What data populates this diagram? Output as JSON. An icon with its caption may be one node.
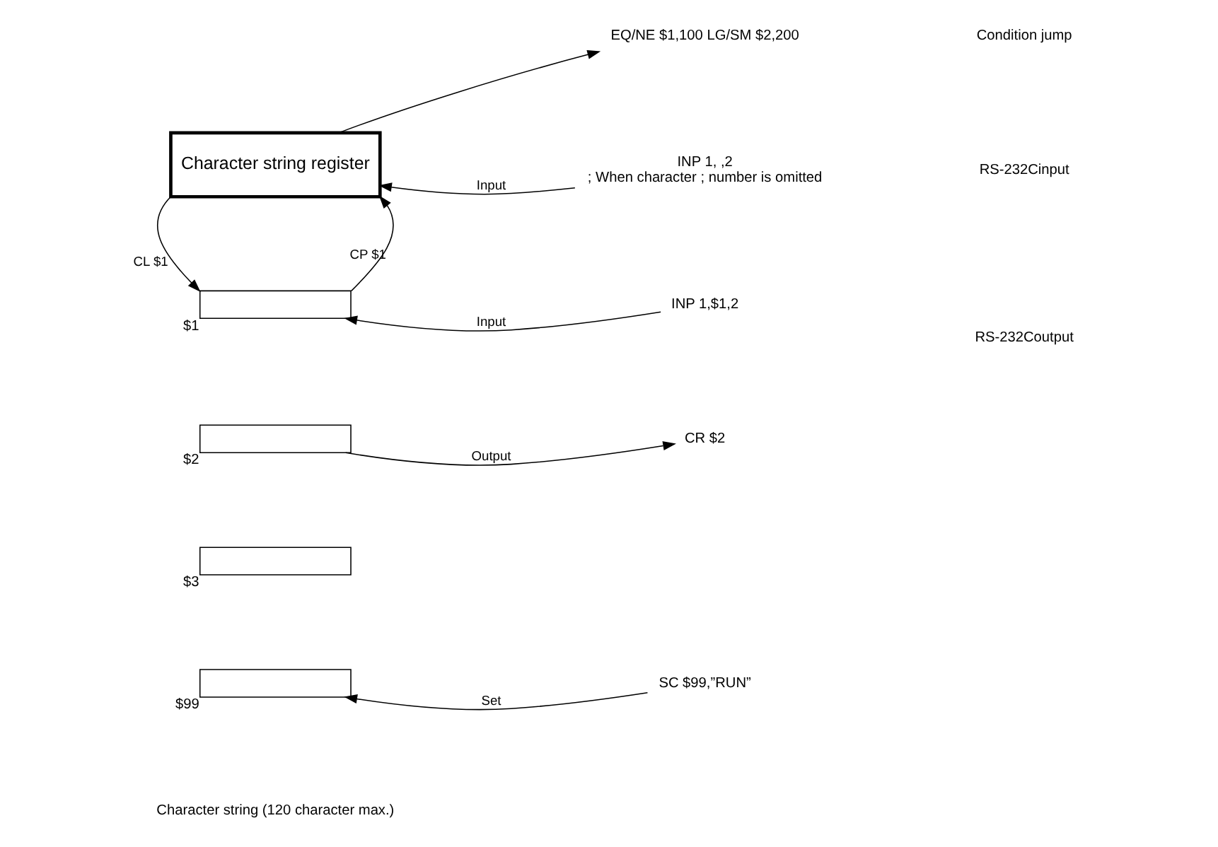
{
  "diagram": {
    "nodes": [
      {
        "text": [
          "Character string register"
        ]
      },
      {
        "text": [
          "EQ/NE $1,100 LG/SM $2,200"
        ]
      },
      {
        "text": [
          "INP 1, ,2",
          "; When character ; number is omitted"
        ]
      },
      {
        "text": [],
        "shape": "box",
        "beside": [
          "$1"
        ]
      },
      {
        "text": [],
        "shape": "box",
        "beside": [
          "$2"
        ]
      },
      {
        "text": [],
        "shape": "box",
        "beside": [
          "$3"
        ]
      },
      {
        "text": [],
        "shape": "box",
        "beside": [
          "$99"
        ]
      },
      {
        "text": [
          "INP 1,$1,2"
        ]
      },
      {
        "text": [
          "CR $2"
        ]
      },
      {
        "text": [
          "SC $99,”RUN”"
        ]
      }
    ],
    "edges": [
      {
        "from": 0,
        "to": 1,
        "arrow": "to"
      },
      {
        "from": 2,
        "to": 0,
        "arrow": "to",
        "label": "Input"
      },
      {
        "from": 0,
        "to": 3,
        "arrow": "to",
        "label": "CL $1"
      },
      {
        "from": 3,
        "to": 0,
        "arrow": "to",
        "label": "CP $1"
      },
      {
        "from": 7,
        "to": 3,
        "arrow": "to",
        "label": "Input"
      },
      {
        "from": 4,
        "to": 8,
        "arrow": "to",
        "label": "Output"
      },
      {
        "from": 9,
        "to": 6,
        "arrow": "to",
        "label": "Set"
      }
    ],
    "labels": [
      "Condition jump",
      "RS-232Cinput",
      "RS-232Coutput",
      "Character string (120 character max.)"
    ]
  }
}
